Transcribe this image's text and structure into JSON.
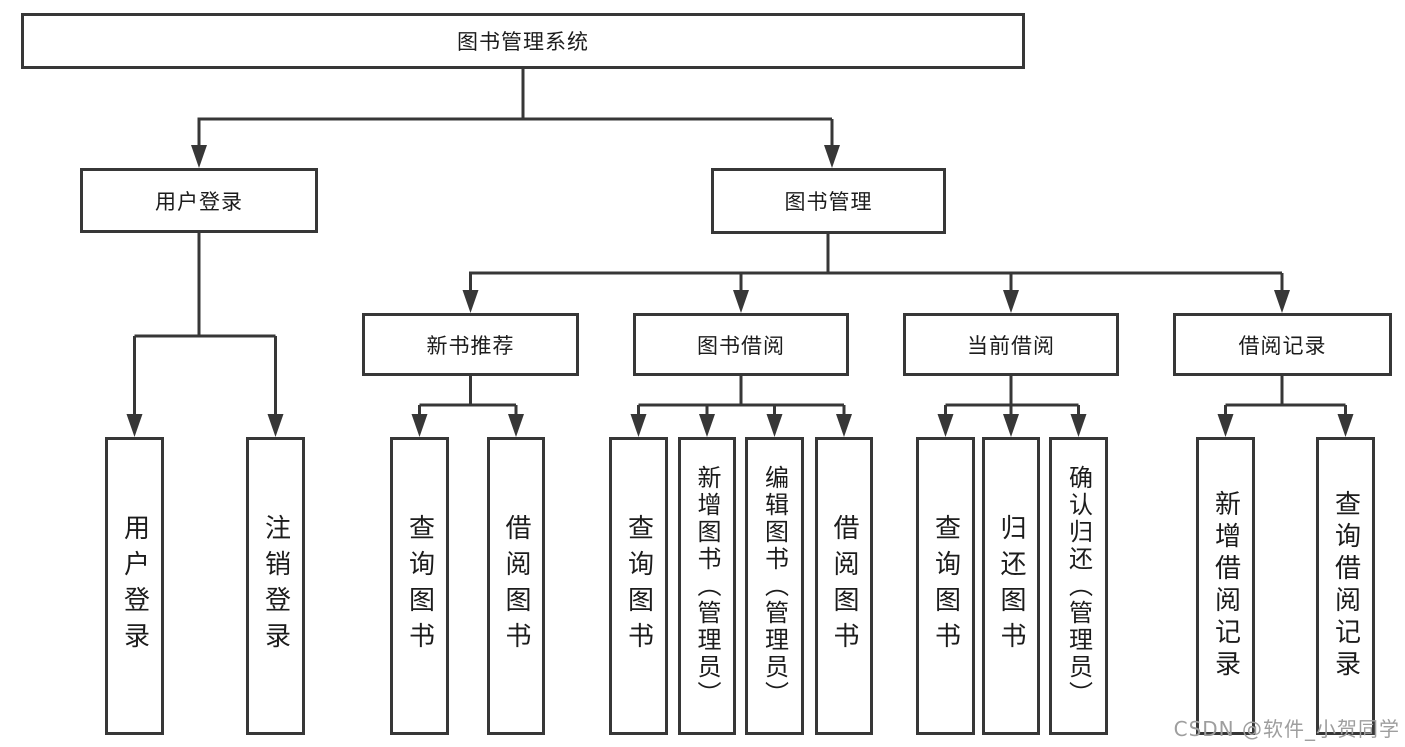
{
  "diagram_title": "图书管理系统",
  "tree": {
    "label": "图书管理系统",
    "children": [
      {
        "label": "用户登录",
        "children": [
          {
            "label": "用户登录"
          },
          {
            "label": "注销登录"
          }
        ]
      },
      {
        "label": "图书管理",
        "children": [
          {
            "label": "新书推荐",
            "children": [
              {
                "label": "查询图书"
              },
              {
                "label": "借阅图书"
              }
            ]
          },
          {
            "label": "图书借阅",
            "children": [
              {
                "label": "查询图书"
              },
              {
                "label": "新增图书（管理员）"
              },
              {
                "label": "编辑图书（管理员）"
              },
              {
                "label": "借阅图书"
              }
            ]
          },
          {
            "label": "当前借阅",
            "children": [
              {
                "label": "查询图书"
              },
              {
                "label": "归还图书"
              },
              {
                "label": "确认归还（管理员）"
              }
            ]
          },
          {
            "label": "借阅记录",
            "children": [
              {
                "label": "新增借阅记录"
              },
              {
                "label": "查询借阅记录"
              }
            ]
          }
        ]
      }
    ]
  },
  "watermark": {
    "text": "CSDN @软件_小贺同学"
  },
  "colors": {
    "line": "#373737",
    "box_border": "#373737",
    "box_fill": "#ffffff",
    "text": "#1c1c1c",
    "watermark": "#9e9e9e",
    "background": "#ffffff"
  }
}
